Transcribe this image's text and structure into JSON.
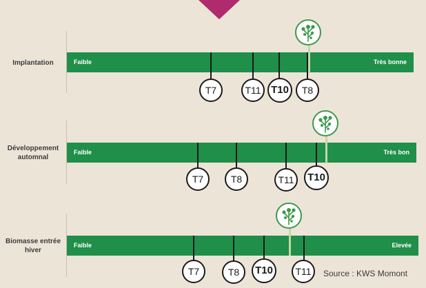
{
  "rows": [
    {
      "label": "Implantation",
      "low": "Faible",
      "high": "Très bonne",
      "markers": [
        "T7",
        "T11",
        "T10",
        "T8"
      ]
    },
    {
      "label": "Développement automnal",
      "low": "Faible",
      "high": "Très bon",
      "markers": [
        "T7",
        "T8",
        "T11",
        "T10"
      ]
    },
    {
      "label": "Biomasse entrée hiver",
      "low": "Faible",
      "high": "Elevée",
      "markers": [
        "T7",
        "T8",
        "T10",
        "T11"
      ]
    }
  ],
  "reference_icon": "plant-icon",
  "source": "Source : KWS Momont",
  "colors": {
    "bar": "#1f8f49",
    "arrow": "#b02a6e",
    "plant_ring": "#3b9a4a",
    "background": "#ede4d8"
  }
}
